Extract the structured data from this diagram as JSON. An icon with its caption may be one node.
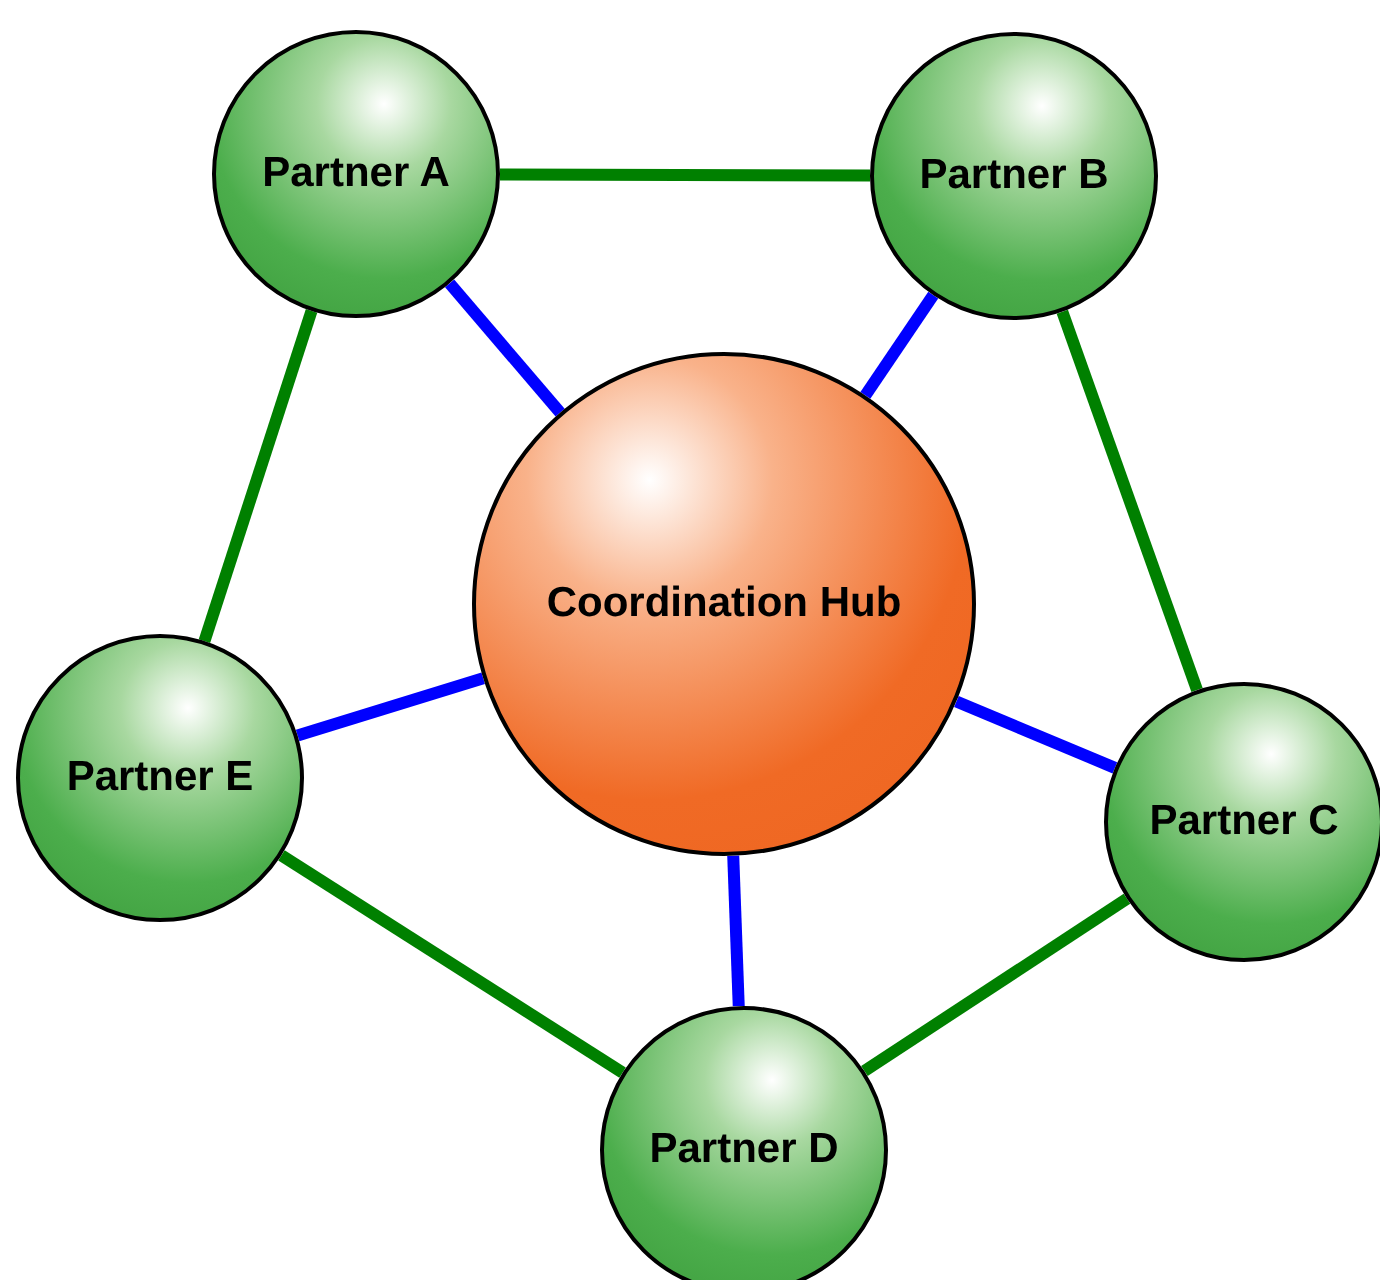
{
  "diagram": {
    "nodes": [
      {
        "text": [
          "Coordination Hub"
        ]
      },
      {
        "text": [
          "Partner A"
        ]
      },
      {
        "text": [
          "Partner B"
        ]
      },
      {
        "text": [
          "Partner C"
        ]
      },
      {
        "text": [
          "Partner D"
        ]
      },
      {
        "text": [
          "Partner E"
        ]
      }
    ],
    "edges": [
      {
        "from": 1,
        "to": 2,
        "arrow": "none",
        "color": "#008000"
      },
      {
        "from": 2,
        "to": 3,
        "arrow": "none",
        "color": "#008000"
      },
      {
        "from": 3,
        "to": 4,
        "arrow": "none",
        "color": "#008000"
      },
      {
        "from": 4,
        "to": 5,
        "arrow": "none",
        "color": "#008000"
      },
      {
        "from": 5,
        "to": 1,
        "arrow": "none",
        "color": "#008000"
      },
      {
        "from": 0,
        "to": 1,
        "arrow": "none",
        "color": "#0000ff"
      },
      {
        "from": 0,
        "to": 2,
        "arrow": "none",
        "color": "#0000ff"
      },
      {
        "from": 0,
        "to": 3,
        "arrow": "none",
        "color": "#0000ff"
      },
      {
        "from": 0,
        "to": 4,
        "arrow": "none",
        "color": "#0000ff"
      },
      {
        "from": 0,
        "to": 5,
        "arrow": "none",
        "color": "#0000ff"
      }
    ]
  }
}
